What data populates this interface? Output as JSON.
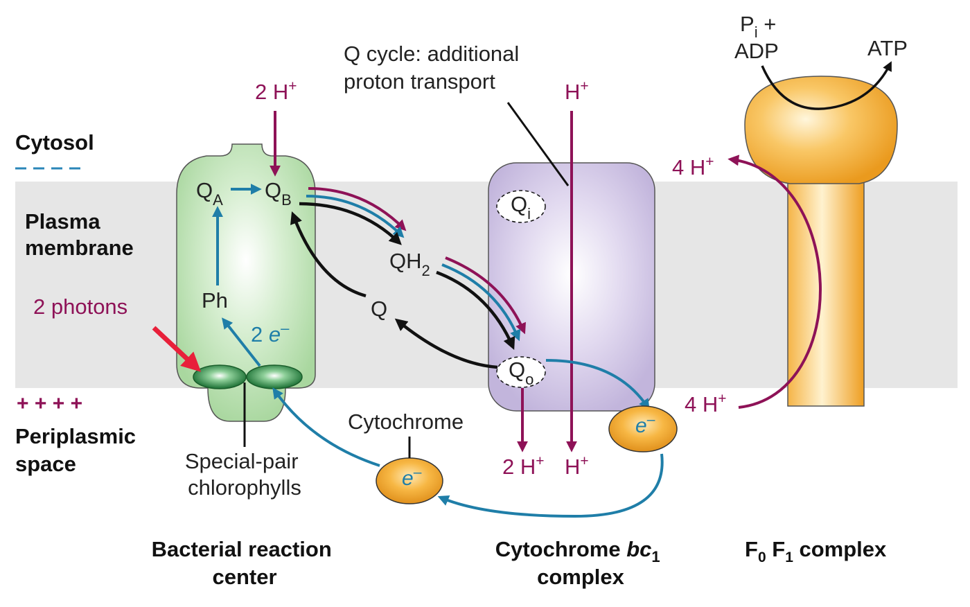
{
  "colors": {
    "membrane": "#e6e6e6",
    "proton": "#8e1257",
    "electron": "#1f7ea8",
    "photon": "#e8203a",
    "reaction_center": "#c4e6bd",
    "chlorophyll": "#1e7c3a",
    "cytochrome_bc1": "#d8cdea",
    "f0f1": "#f2a93a",
    "cytochrome_c": "#f0a12c",
    "cytosol_dash": "#2a86b8"
  },
  "sides": {
    "cytosol": "Cytosol",
    "membrane_line1": "Plasma",
    "membrane_line2": "membrane",
    "periplasm_line1": "Periplasmic",
    "periplasm_line2": "space",
    "positive_charges": "+ + + +"
  },
  "reaction_center": {
    "qa": "Q",
    "qa_sub": "A",
    "qb": "Q",
    "qb_sub": "B",
    "ph": "Ph",
    "photons": "2 photons",
    "electrons_num": "2 ",
    "electrons_sym": "e",
    "electrons_sup": "–",
    "protons_in": "2 H",
    "protons_in_sup": "+",
    "special_pair_line1": "Special-pair",
    "special_pair_line2": "chlorophylls",
    "name_line1": "Bacterial reaction",
    "name_line2": "center"
  },
  "quinones": {
    "qh2": "QH",
    "qh2_sub": "2",
    "q": "Q"
  },
  "cytochrome_bc1": {
    "qi": "Q",
    "qi_sub": "i",
    "qo": "Q",
    "qo_sub": "o",
    "q_cycle_line1": "Q cycle: additional",
    "q_cycle_line2": "proton transport",
    "h_top": "H",
    "h_top_sup": "+",
    "h_bottom": "H",
    "h_bottom_sup": "+",
    "two_h_out": "2 H",
    "two_h_out_sup": "+",
    "electron_sym": "e",
    "electron_sup": "–",
    "name_line1_a": "Cytochrome ",
    "name_line1_b": "bc",
    "name_line1_c": "1",
    "name_line2": "complex"
  },
  "cytochrome_c": {
    "label": "Cytochrome",
    "electron_sym": "e",
    "electron_sup": "–"
  },
  "f0f1": {
    "pi": "P",
    "pi_sub": "i",
    "pi_plus": " +",
    "adp": "ADP",
    "atp": "ATP",
    "h_in": "4 H",
    "h_in_sup": "+",
    "h_out": "4 H",
    "h_out_sup": "+",
    "name_f0": "F",
    "name_f0_sub": "0",
    "name_f1": " F",
    "name_f1_sub": "1",
    "name_rest": " complex"
  }
}
